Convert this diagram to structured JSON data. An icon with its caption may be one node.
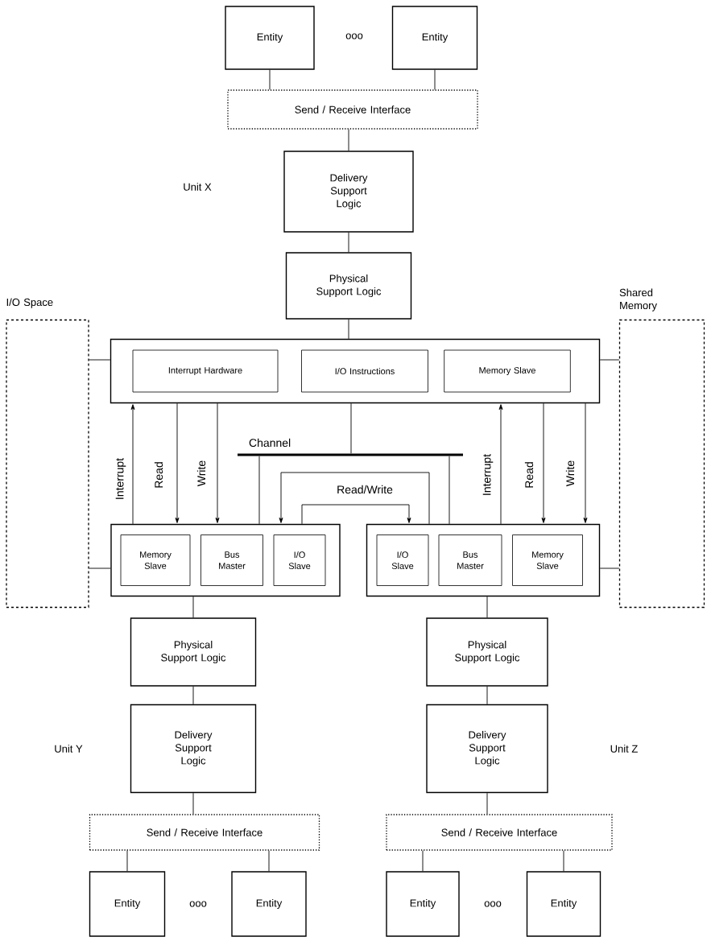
{
  "diagram": {
    "nodes": [
      {
        "text": [
          "Entity"
        ]
      },
      {
        "text": [
          "Entity"
        ]
      },
      {
        "text": [
          "Send / Receive Interface"
        ]
      },
      {
        "text": [
          "Delivery Support Logic"
        ]
      },
      {
        "text": [
          "Physical Support Logic"
        ]
      },
      {
        "text": [
          "I/O Space"
        ]
      },
      {
        "text": [
          "Shared Memory"
        ]
      },
      {
        "text": [],
        "shape": "box"
      },
      {
        "text": [
          "Interrupt Hardware"
        ],
        "in": 7
      },
      {
        "text": [
          "I/O Instructions"
        ],
        "in": 7
      },
      {
        "text": [
          "Memory Slave"
        ],
        "in": 7
      },
      {
        "text": [],
        "shape": "box"
      },
      {
        "text": [
          "Memory Slave"
        ],
        "in": 11
      },
      {
        "text": [
          "Bus Master"
        ],
        "in": 11
      },
      {
        "text": [
          "I/O Slave"
        ],
        "in": 11
      },
      {
        "text": [],
        "shape": "box"
      },
      {
        "text": [
          "I/O Slave"
        ],
        "in": 15
      },
      {
        "text": [
          "Bus Master"
        ],
        "in": 15
      },
      {
        "text": [
          "Memory Slave"
        ],
        "in": 15
      },
      {
        "text": [
          "Physical Support Logic"
        ]
      },
      {
        "text": [
          "Delivery Support Logic"
        ]
      },
      {
        "text": [
          "Send / Receive Interface"
        ]
      },
      {
        "text": [
          "Entity"
        ]
      },
      {
        "text": [
          "Entity"
        ]
      },
      {
        "text": [
          "Physical Support Logic"
        ]
      },
      {
        "text": [
          "Delivery Support Logic"
        ]
      },
      {
        "text": [
          "Send / Receive Interface"
        ]
      },
      {
        "text": [
          "Entity"
        ]
      },
      {
        "text": [
          "Entity"
        ]
      },
      {
        "text": [
          "Channel"
        ]
      }
    ],
    "edges": [
      {
        "from": 0,
        "to": 2,
        "arrow": "none"
      },
      {
        "from": 1,
        "to": 2,
        "arrow": "none"
      },
      {
        "from": 2,
        "to": 3,
        "arrow": "none"
      },
      {
        "from": 3,
        "to": 4,
        "arrow": "none"
      },
      {
        "from": 4,
        "to": 7,
        "arrow": "none"
      },
      {
        "from": 5,
        "to": 7,
        "arrow": "none"
      },
      {
        "from": 7,
        "to": 6,
        "arrow": "none"
      },
      {
        "from": 7,
        "to": 29,
        "arrow": "none"
      },
      {
        "from": 11,
        "to": 7,
        "arrow": "to",
        "label": "Interrupt"
      },
      {
        "from": 7,
        "to": 11,
        "arrow": "to",
        "label": "Read"
      },
      {
        "from": 7,
        "to": 11,
        "arrow": "to",
        "label": "Write"
      },
      {
        "from": 15,
        "to": 7,
        "arrow": "to",
        "label": "Interrupt"
      },
      {
        "from": 7,
        "to": 15,
        "arrow": "to",
        "label": "Read"
      },
      {
        "from": 7,
        "to": 15,
        "arrow": "to",
        "label": "Write"
      },
      {
        "from": 29,
        "to": 11,
        "arrow": "none"
      },
      {
        "from": 29,
        "to": 15,
        "arrow": "none"
      },
      {
        "from": 15,
        "to": 11,
        "arrow": "to"
      },
      {
        "from": 11,
        "to": 15,
        "arrow": "to",
        "label": "Read/Write"
      },
      {
        "from": 5,
        "to": 11,
        "arrow": "none"
      },
      {
        "from": 15,
        "to": 6,
        "arrow": "none"
      },
      {
        "from": 11,
        "to": 19,
        "arrow": "none"
      },
      {
        "from": 19,
        "to": 20,
        "arrow": "none"
      },
      {
        "from": 20,
        "to": 21,
        "arrow": "none"
      },
      {
        "from": 21,
        "to": 22,
        "arrow": "none"
      },
      {
        "from": 21,
        "to": 23,
        "arrow": "none"
      },
      {
        "from": 15,
        "to": 24,
        "arrow": "none"
      },
      {
        "from": 24,
        "to": 25,
        "arrow": "none"
      },
      {
        "from": 25,
        "to": 26,
        "arrow": "none"
      },
      {
        "from": 26,
        "to": 27,
        "arrow": "none"
      },
      {
        "from": 26,
        "to": 28,
        "arrow": "none"
      }
    ],
    "labels": [
      "ooo",
      "Unit X",
      "Unit Y",
      "Unit Z",
      "ooo",
      "ooo"
    ]
  }
}
